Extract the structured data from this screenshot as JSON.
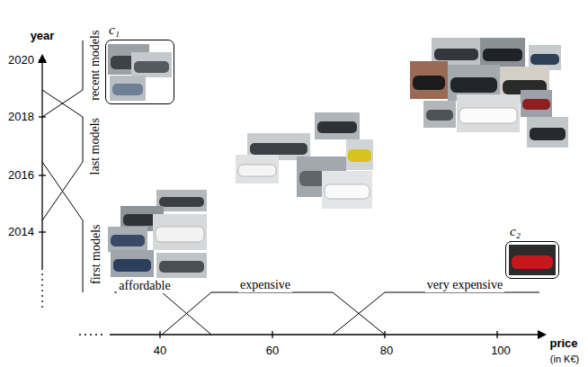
{
  "diagram": {
    "nodes": [
      {
        "text": [
          "c₁"
        ]
      },
      {
        "text": [
          "c₂"
        ]
      }
    ],
    "labels": [
      "year",
      "2020",
      "2018",
      "2016",
      "2014",
      "recent models",
      "last models",
      "first models",
      "affordable",
      "expensive",
      "very expensive",
      "40",
      "60",
      "80",
      "100",
      "price",
      "(in K€)"
    ]
  }
}
